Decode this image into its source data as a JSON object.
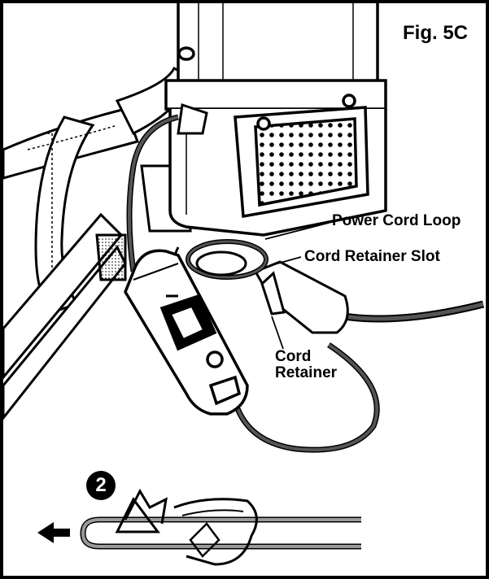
{
  "figure_label": "Fig. 5C",
  "labels": {
    "power_cord_loop": "Power Cord Loop",
    "cord_retainer_slot": "Cord Retainer Slot",
    "cord_retainer_line1": "Cord",
    "cord_retainer_line2": "Retainer"
  },
  "step_number": "2",
  "colors": {
    "ink": "#000000",
    "cord": "#555555",
    "cord_light": "#9a9a9a",
    "panel": "#ffffff"
  },
  "icons": {
    "step_badge": "circled-number",
    "direction": "left-arrow-icon"
  }
}
